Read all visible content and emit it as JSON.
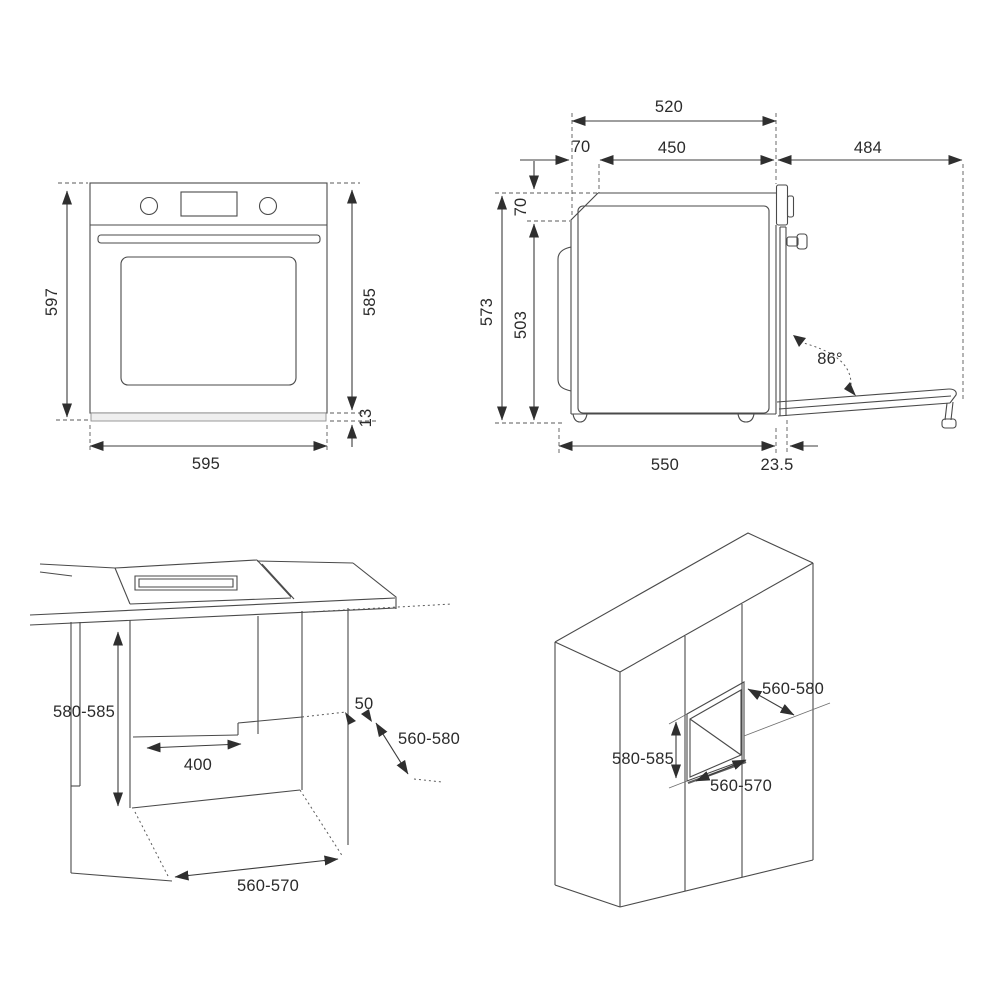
{
  "document": {
    "type": "built-in oven installation drawing",
    "background": "#ffffff",
    "line_color": "#4a4a4a",
    "text_color": "#2b2b2b"
  },
  "front_view": {
    "height_overall": "597",
    "height_body": "585",
    "plinth_height": "13",
    "width": "595"
  },
  "side_view": {
    "depth_total": "520",
    "top_offset": "70",
    "depth_inner": "450",
    "door_open_depth": "484",
    "back_height": "573",
    "top_gap": "70",
    "cavity_height": "503",
    "door_angle": "86°",
    "depth_bottom": "550",
    "door_thickness": "23.5"
  },
  "base_cabinet": {
    "niche_height": "580-585",
    "vent_width": "400",
    "rear_gap": "50",
    "niche_depth": "560-580",
    "niche_width": "560-570"
  },
  "tall_cabinet": {
    "niche_height": "580-585",
    "niche_depth": "560-580",
    "niche_width": "560-570"
  }
}
